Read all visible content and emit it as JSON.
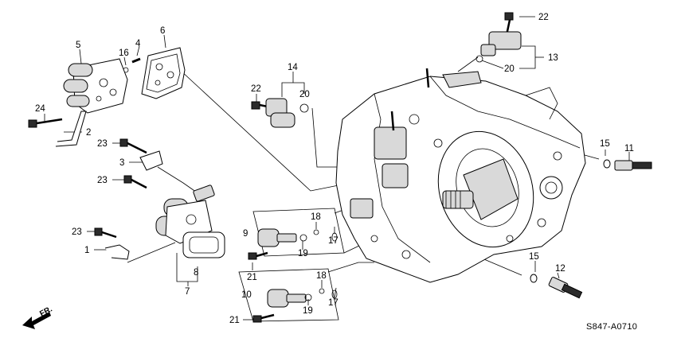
{
  "diagram": {
    "callouts": [
      "1",
      "2",
      "3",
      "4",
      "5",
      "6",
      "7",
      "8",
      "9",
      "10",
      "11",
      "12",
      "13",
      "14",
      "15",
      "15",
      "16",
      "17",
      "17",
      "18",
      "18",
      "19",
      "19",
      "20",
      "20",
      "21",
      "21",
      "22",
      "22",
      "23",
      "23",
      "23",
      "24"
    ],
    "direction_marker": "FR.",
    "drawing_code": "S847-A0710"
  }
}
